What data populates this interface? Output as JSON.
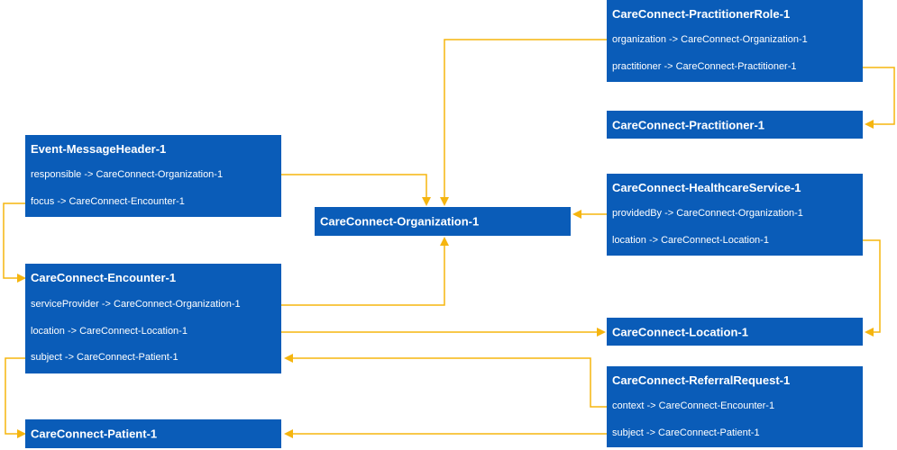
{
  "colors": {
    "node_fill": "#0a5cb8",
    "node_text": "#ffffff",
    "connector": "#f5b50f"
  },
  "nodes": {
    "practitioner_role": {
      "title": "CareConnect-PractitionerRole-1",
      "rows": [
        "organization -> CareConnect-Organization-1",
        "practitioner -> CareConnect-Practitioner-1"
      ]
    },
    "practitioner": {
      "title": "CareConnect-Practitioner-1"
    },
    "message_header": {
      "title": "Event-MessageHeader-1",
      "rows": [
        "responsible -> CareConnect-Organization-1",
        "focus -> CareConnect-Encounter-1"
      ]
    },
    "organization": {
      "title": "CareConnect-Organization-1"
    },
    "healthcare_service": {
      "title": "CareConnect-HealthcareService-1",
      "rows": [
        "providedBy -> CareConnect-Organization-1",
        "location -> CareConnect-Location-1"
      ]
    },
    "encounter": {
      "title": "CareConnect-Encounter-1",
      "rows": [
        "serviceProvider -> CareConnect-Organization-1",
        "location -> CareConnect-Location-1",
        "subject -> CareConnect-Patient-1"
      ]
    },
    "location": {
      "title": "CareConnect-Location-1"
    },
    "referral_request": {
      "title": "CareConnect-ReferralRequest-1",
      "rows": [
        "context -> CareConnect-Encounter-1",
        "subject -> CareConnect-Patient-1"
      ]
    },
    "patient": {
      "title": "CareConnect-Patient-1"
    }
  }
}
